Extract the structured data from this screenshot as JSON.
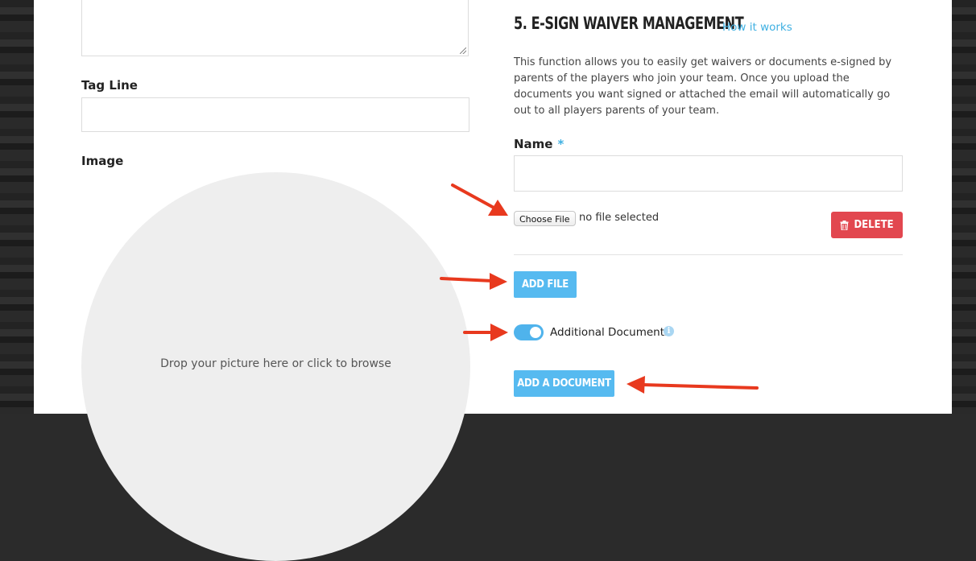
{
  "left_form": {
    "tag_line_label": "Tag Line",
    "tag_line_value": "",
    "image_label": "Image",
    "drop_text": "Drop your picture here or click to browse"
  },
  "waiver": {
    "title": "5. E-SIGN WAIVER MANAGEMENT",
    "how_link": "How it works",
    "description": "This function allows you to easily get waivers or documents e-signed by parents of the players who join your team. Once you upload the documents you want signed or attached the email will automatically go out to all players parents of your team.",
    "name_label": "Name",
    "required_mark": "*",
    "name_value": "",
    "choose_file": "Choose File",
    "no_file": "no file selected",
    "delete_label": "DELETE",
    "add_file_label": "ADD FILE",
    "additional_docs_label": "Additional Documents",
    "additional_docs_enabled": true,
    "add_document_label": "ADD A DOCUMENT"
  },
  "colors": {
    "accent": "#56baf0",
    "danger": "#e2474f",
    "arrow": "#e8391e"
  },
  "icons": {
    "delete": "trash-icon",
    "info": "info-icon"
  }
}
